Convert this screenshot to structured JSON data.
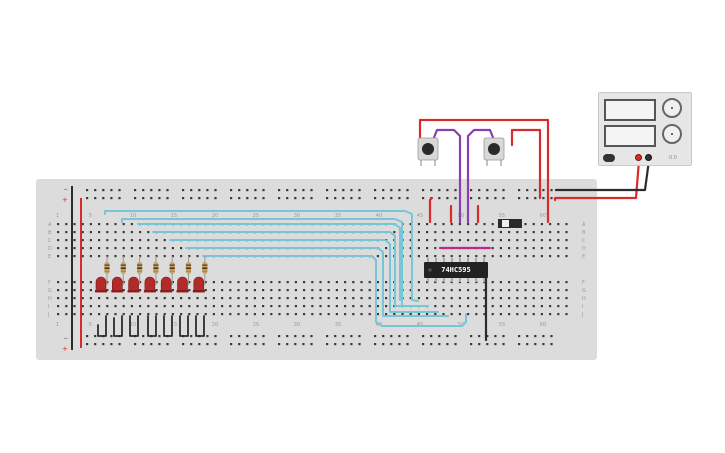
{
  "breadboard": {
    "row_letters_top": [
      "A",
      "B",
      "C",
      "D",
      "E"
    ],
    "row_letters_bottom": [
      "F",
      "G",
      "H",
      "I",
      "J"
    ],
    "column_numbers": [
      "1",
      "5",
      "10",
      "15",
      "20",
      "25",
      "30",
      "35",
      "40",
      "45",
      "50",
      "55",
      "60"
    ],
    "rail_plus": "+",
    "rail_minus": "−"
  },
  "chip": {
    "label": "74HC595",
    "color": "#222222"
  },
  "resistors": {
    "count": 7,
    "body_color": "#c8a36a"
  },
  "leds": {
    "count": 7,
    "color": "#b32a2a"
  },
  "pushbuttons": {
    "count": 2
  },
  "power_supply": {
    "label": "0.0"
  },
  "wire_colors": {
    "red": "#d82b2b",
    "black": "#2c2c2c",
    "purple": "#8a3fb0",
    "light_blue": "#76c6d6",
    "magenta": "#c0268a"
  }
}
